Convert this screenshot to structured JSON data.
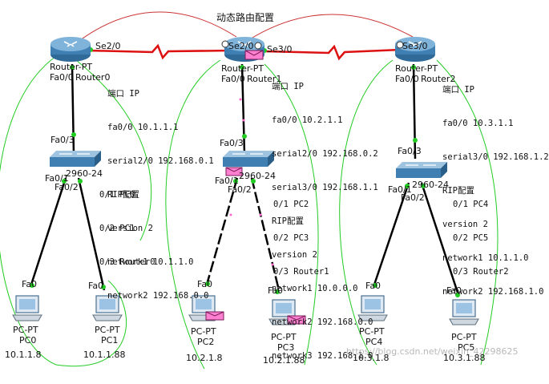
{
  "title": "动态路由配置",
  "routers": [
    {
      "label": "Router-PT",
      "port_wan": "Se2/0",
      "port_lan": "Fa0/0",
      "name": "Router0"
    },
    {
      "label": "Router-PT",
      "port_wan_left": "Se2/0",
      "port_wan_right": "Se3/0",
      "port_lan": "Fa0/0",
      "name": "Router1"
    },
    {
      "label": "Router-PT",
      "port_wan": "Se3/0",
      "port_lan": "Fa0/0",
      "name": "Router2"
    }
  ],
  "router_configs": [
    [
      "端口 IP",
      "fa0/0 10.1.1.1",
      "serial2/0 192.168.0.1",
      "RIP配置",
      "version 2",
      "network1 10.1.1.0",
      "network2 192.168.0.0"
    ],
    [
      "端口 IP",
      "fa0/0 10.2.1.1",
      "serial2/0 192.168.0.2",
      "serial3/0 192.168.1.1",
      "RIP配置",
      "version 2",
      "network1 10.0.0.0",
      "network2 192.168.0.0",
      "network3 192.168.1.0"
    ],
    [
      "端口 IP",
      "fa0/0 10.3.1.1",
      "serial3/0 192.168.1.2",
      "RIP配置",
      "version 2",
      "network1 10.1.1.0",
      "network2 192.168.1.0"
    ]
  ],
  "switches": [
    {
      "label": "2960-24",
      "port_up": "Fa0/3",
      "port_left": "Fa0/1",
      "port_right": "Fa0/2",
      "overlap": "0/1 PC0",
      "mapping": [
        "0/1 PC0",
        "0/2 PC1",
        "0/3 Router0"
      ]
    },
    {
      "label": "2960-24",
      "port_up": "Fa0/3",
      "port_left": "Fa0/1",
      "port_right": "Fa0/2",
      "mapping": [
        "0/1 PC2",
        "0/2 PC3",
        "0/3 Router1"
      ]
    },
    {
      "label": "2960-24",
      "port_up": "Fa0/3",
      "port_left": "Fa0/1",
      "port_right": "Fa0/2",
      "mapping": [
        "0/1 PC4",
        "0/2 PC5",
        "0/3 Router2"
      ]
    }
  ],
  "pcs": [
    {
      "type": "PC-PT",
      "name": "PC0",
      "port": "Fa0",
      "ip": "10.1.1.8"
    },
    {
      "type": "PC-PT",
      "name": "PC1",
      "port": "Fa0",
      "ip": "10.1.1.88"
    },
    {
      "type": "PC-PT",
      "name": "PC2",
      "port": "Fa0",
      "ip": "10.2.1.8"
    },
    {
      "type": "PC-PT",
      "name": "PC3",
      "port": "Fa0",
      "ip": "10.2.1.88"
    },
    {
      "type": "PC-PT",
      "name": "PC4",
      "port": "Fa0",
      "ip": "10.3.1.8"
    },
    {
      "type": "PC-PT",
      "name": "PC5",
      "port": "Fa0",
      "ip": "10.3.1.88"
    }
  ],
  "watermark": "https://blog.csdn.net/weixin_42298625",
  "colors": {
    "serial_link": "#dd1111",
    "ethernet_link": "#000000",
    "outline": "#22aa22",
    "annotation_curve": "#cc3333",
    "router_blue": "#3f7fb2",
    "switch_blue": "#4a89b8",
    "pdu_pink": "#ff66cc"
  }
}
